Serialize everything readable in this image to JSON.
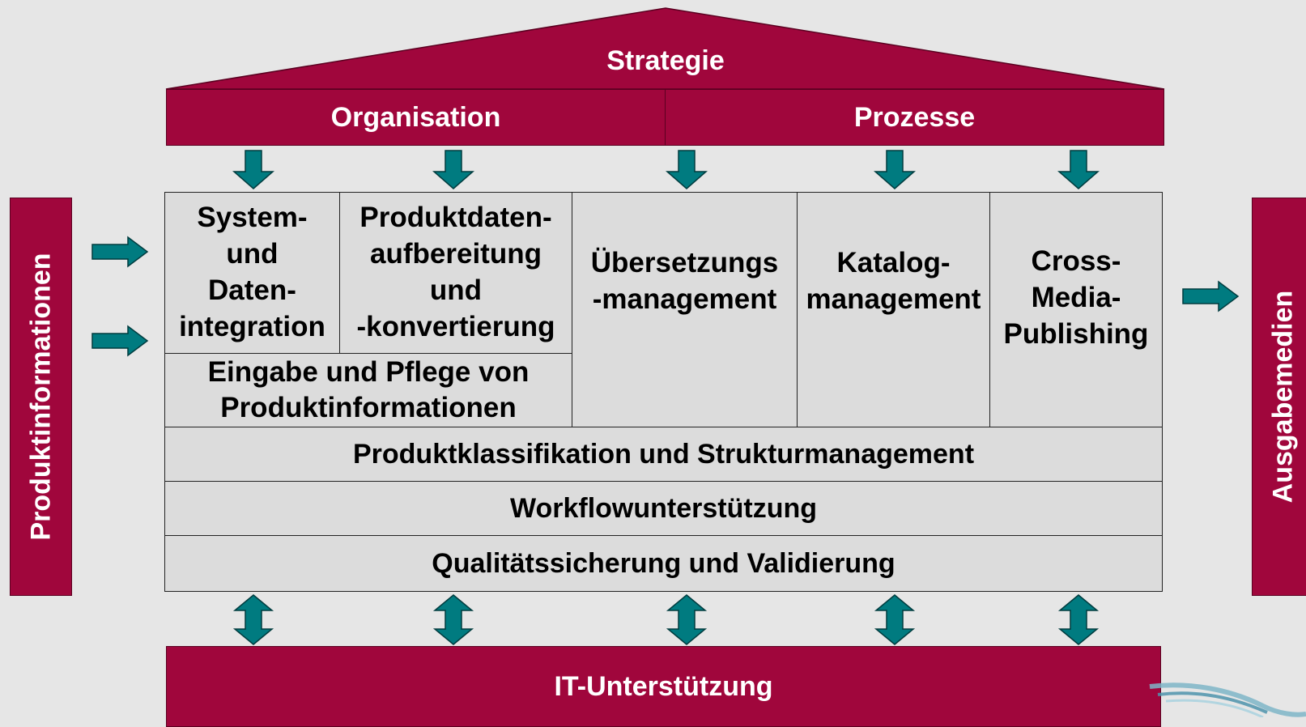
{
  "roof": {
    "label": "Strategie"
  },
  "top_bar": {
    "left": "Organisation",
    "right": "Prozesse"
  },
  "side": {
    "left": "Produktinformationen",
    "right": "Ausgabemedien"
  },
  "modules": {
    "system": "System-\nund\nDaten-\nintegration",
    "produktdaten": "Produktdaten-\naufbereitung\nund\n-konvertierung",
    "uebersetzung": "Übersetzungs\n-management",
    "katalog": "Katalog-\nmanagement",
    "crossmedia": "Cross-\nMedia-\nPublishing",
    "eingabe": "Eingabe und Pflege von\nProduktinformationen"
  },
  "layers": {
    "klassifikation": "Produktklassifikation und Strukturmanagement",
    "workflow": "Workflowunterstützung",
    "qualitaet": "Qualitätssicherung und Validierung"
  },
  "base": {
    "label": "IT-Unterstützung"
  },
  "colors": {
    "maroon": "#a0063c",
    "teal": "#007b80",
    "cell": "#dcdcdc",
    "background": "#e6e6e6"
  }
}
